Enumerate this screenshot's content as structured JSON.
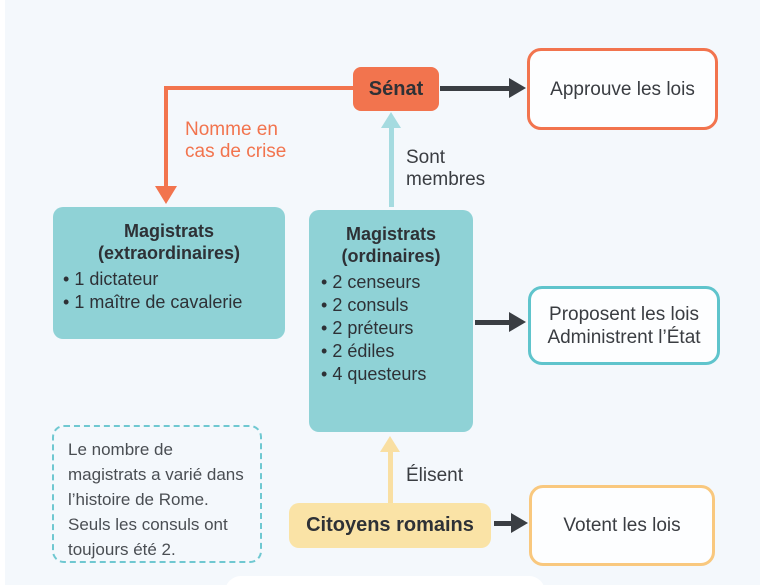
{
  "diagram": {
    "senat": {
      "label": "Sénat"
    },
    "approuve": {
      "label": "Approuve les lois"
    },
    "nomme_label": "Nomme en\ncas de crise",
    "sont_membres_label": "Sont\nmembres",
    "magistrats_extraordinaires": {
      "title": "Magistrats\n(extraordinaires)",
      "items": [
        "1 dictateur",
        "1 maître de cavalerie"
      ]
    },
    "magistrats_ordinaires": {
      "title": "Magistrats\n(ordinaires)",
      "items": [
        "2 censeurs",
        "2 consuls",
        "2 préteurs",
        "2 édiles",
        "4 questeurs"
      ]
    },
    "proposent": {
      "label": "Proposent les lois\nAdministrent l’État"
    },
    "elisent_label": "Élisent",
    "citoyens": {
      "label": "Citoyens romains"
    },
    "votent": {
      "label": "Votent les lois"
    },
    "note": "Le nombre de\nmagistrats a varié dans\nl’histoire de Rome.\nSeuls les consuls ont\ntoujours été 2."
  },
  "colors": {
    "background": "#F4F8FC",
    "orange": "#F2744E",
    "teal_fill": "#8FD2D6",
    "teal_border": "#5FC4CC",
    "teal_arrow": "#A5DBE0",
    "yellow_fill": "#FAE3A6",
    "yellow_border": "#F9C87E",
    "yellow_arrow": "#F9DFA2",
    "dark_arrow": "#3A3E43",
    "text": "#33363B"
  }
}
